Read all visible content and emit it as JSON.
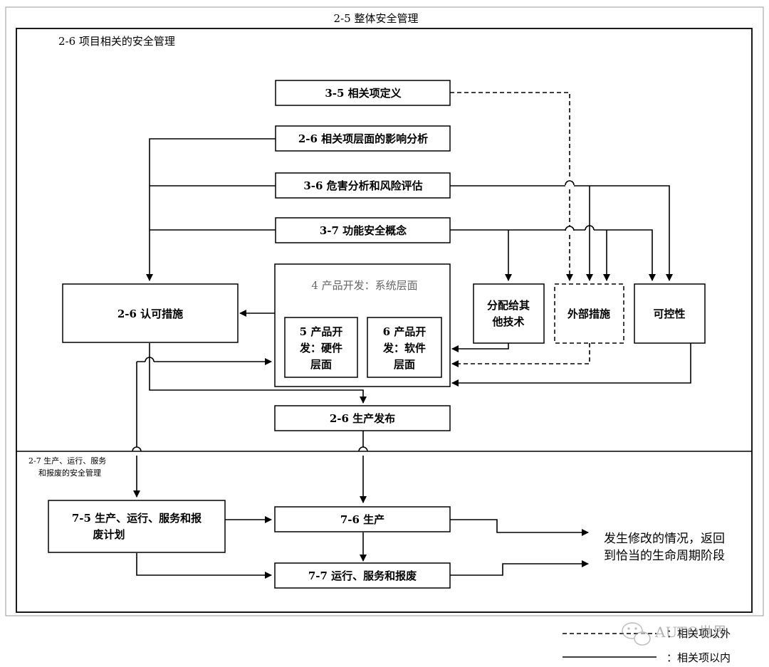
{
  "frames": {
    "overall": "2-5 整体安全管理",
    "project": "2-6 项目相关的安全管理",
    "production_line1": "2-7 生产、运行、服务",
    "production_line2": "和报废的安全管理"
  },
  "boxes": {
    "item_definition": "3-5 相关项定义",
    "impact_analysis": "2-6 相关项层面的影响分析",
    "hara": "3-6 危害分析和风险评估",
    "fsc": "3-7 功能安全概念",
    "confirmation": "2-6 认可措施",
    "product_dev_system": "4 产品开发：系统层面",
    "hw_line1": "5 产品开",
    "hw_line2": "发：硬件",
    "hw_line3": "层面",
    "sw_line1": "6 产品开",
    "sw_line2": "发：软件",
    "sw_line3": "层面",
    "other_tech_line1": "分配给其",
    "other_tech_line2": "他技术",
    "external_measures": "外部措施",
    "controllability": "可控性",
    "release": "2-6 生产发布",
    "planning_line1": "7-5 生产、运行、服务和报",
    "planning_line2": "废计划",
    "production": "7-6 生产",
    "operation": "7-7 运行、服务和报废"
  },
  "notes": {
    "modification_line1": "发生修改的情况，返回",
    "modification_line2": "到恰当的生命周期阶段"
  },
  "legend": {
    "outside": "：相关项以外",
    "inside": "：相关项以内"
  },
  "watermark": "AUTO世界"
}
